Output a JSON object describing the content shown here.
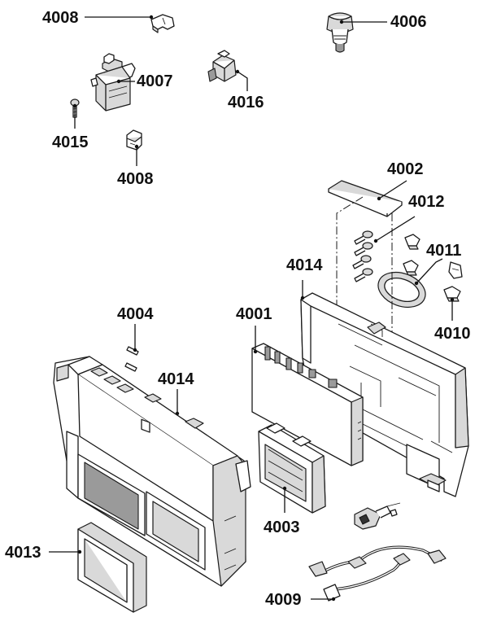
{
  "labels": {
    "l4008_top": "4008",
    "l4006": "4006",
    "l4007": "4007",
    "l4016": "4016",
    "l4015": "4015",
    "l4008_mid": "4008",
    "l4002": "4002",
    "l4012": "4012",
    "l4011": "4011",
    "l4014_right": "4014",
    "l4010": "4010",
    "l4004": "4004",
    "l4001": "4001",
    "l4014_left": "4014",
    "l4003": "4003",
    "l4013": "4013",
    "l4009": "4009"
  },
  "colors": {
    "line": "#1a1a1a",
    "fill": "#ffffff",
    "shade": "#d9d9d9",
    "dark_shade": "#9a9a9a"
  }
}
